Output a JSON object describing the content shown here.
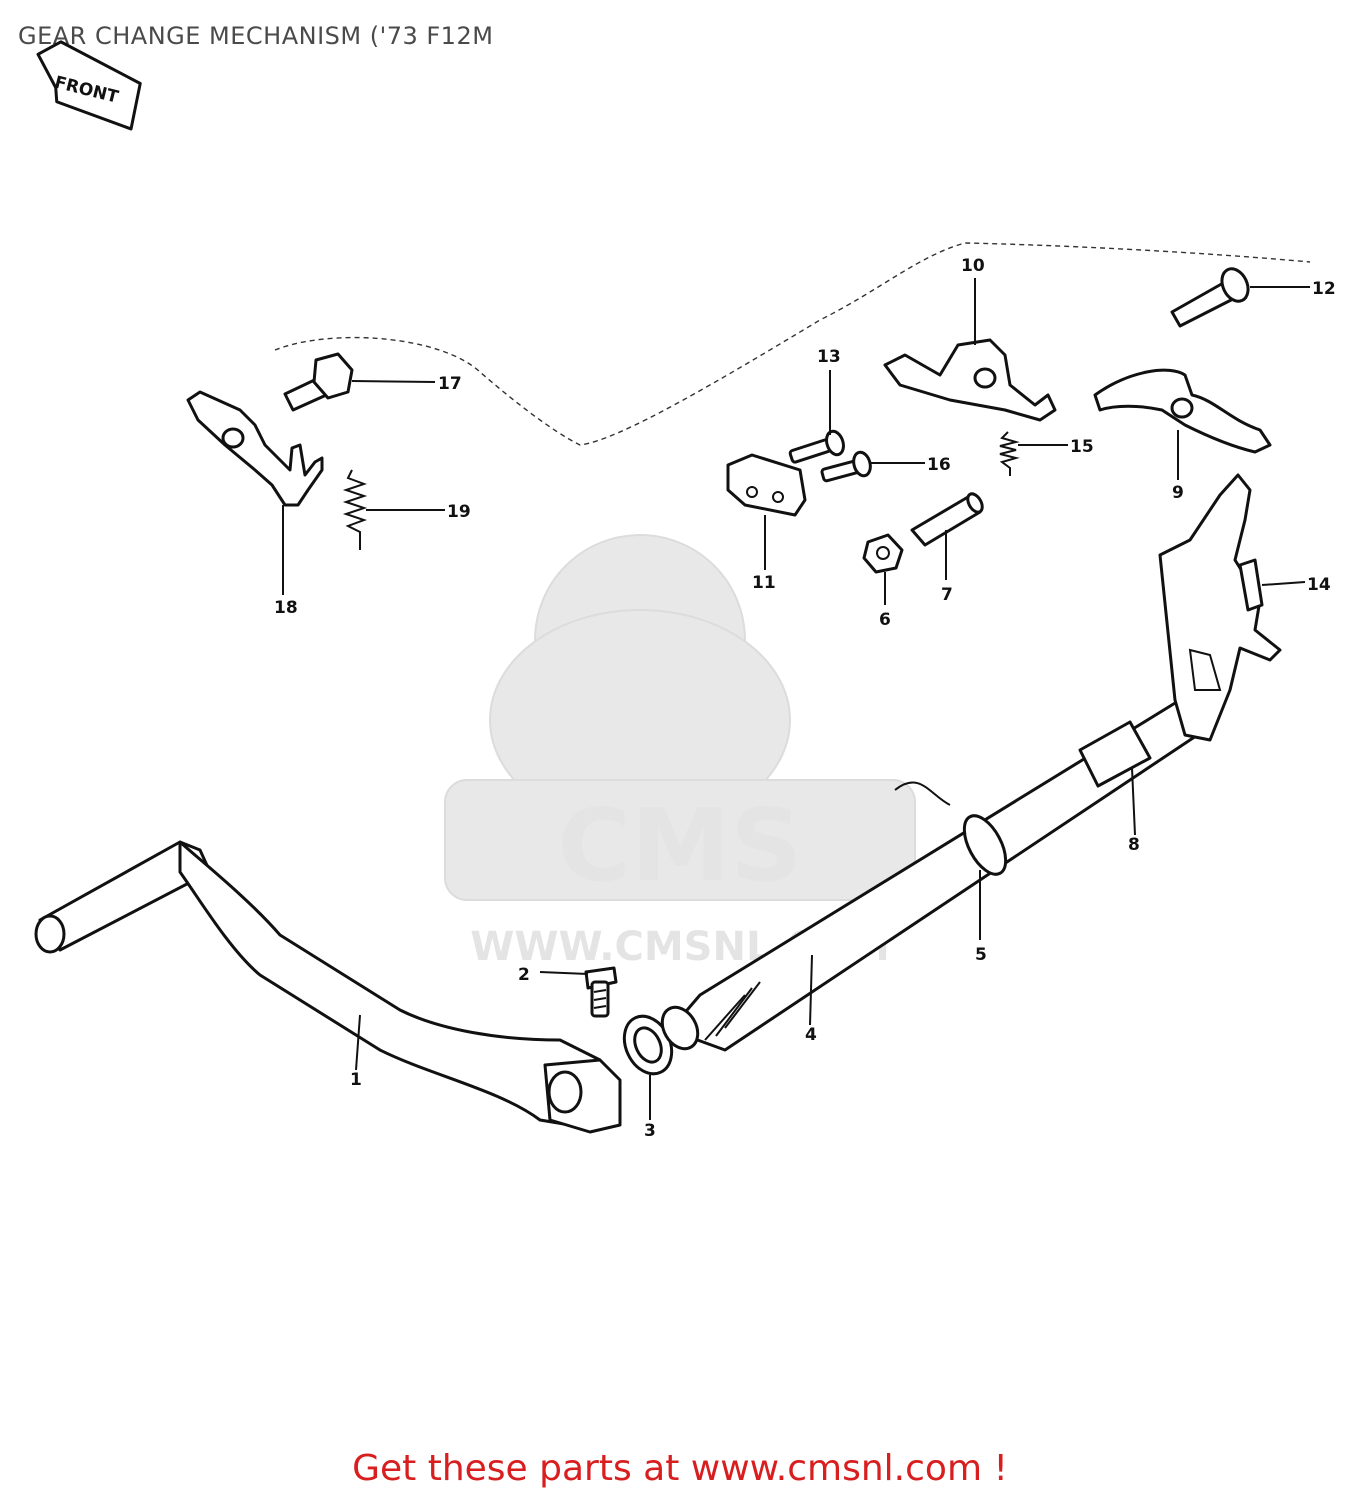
{
  "header": {
    "title": "GEAR CHANGE MECHANISM  ('73 F12M"
  },
  "orientation": {
    "label": "FRONT"
  },
  "watermark": {
    "brand": "CMS",
    "url": "WWW.CMSNL.COM"
  },
  "callouts": [
    "1",
    "2",
    "3",
    "4",
    "5",
    "6",
    "7",
    "8",
    "9",
    "10",
    "11",
    "12",
    "13",
    "14",
    "15",
    "16",
    "17",
    "18",
    "19"
  ],
  "footer": {
    "cta": "Get these parts at www.cmsnl.com !"
  },
  "colors": {
    "cta": "#d81e1e",
    "line": "#111111",
    "title": "#4a4a4a"
  }
}
